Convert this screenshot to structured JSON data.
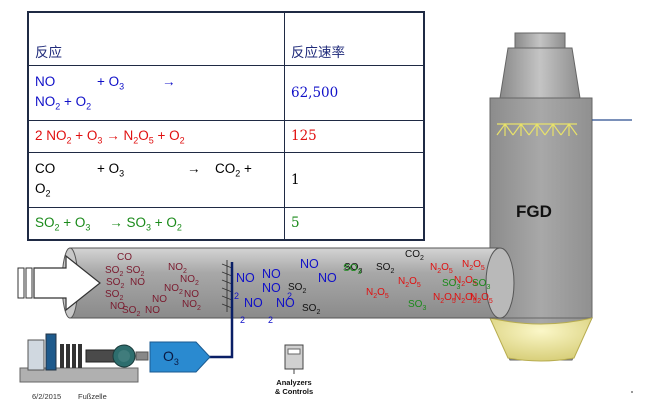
{
  "table": {
    "header": {
      "reaction": "反应",
      "rate": "反应速率"
    },
    "rows": [
      {
        "a": "NO",
        "b": "+ O",
        "b_sub": "3",
        "arrow": "→",
        "p1": "NO",
        "p1_sub": "2",
        "p2": " + O",
        "p2_sub": "2",
        "rate": "62,500",
        "color": "#1010c8"
      },
      {
        "text": "2 NO",
        "t_sub": "2",
        "t2": " + O",
        "t2_sub": "3",
        "arrow": " → N",
        "t3_sub": "2",
        "t3": "O",
        "t4_sub": "5",
        "t5": " + O",
        "t5_sub": "2",
        "rate": "125",
        "color": "#e01010"
      },
      {
        "a": "CO",
        "b": "+ O",
        "b_sub": "3",
        "arrow": "→",
        "p1": "CO",
        "p1_sub": "2",
        "p1b": " +",
        "p2": "O",
        "p2_sub": "2",
        "rate": "1",
        "color": "#000000"
      },
      {
        "text": "SO",
        "t_sub": "2",
        "t2": " + O",
        "t2_sub": "3",
        "arrow": "→",
        "t3": " SO",
        "t3_sub": "3",
        "t5": " + O",
        "t5_sub": "2",
        "rate": "5",
        "color": "#1a8a1a"
      }
    ]
  },
  "fgd": {
    "label": "FGD"
  },
  "o3_box": {
    "label": "O",
    "sub": "3"
  },
  "analyzers": {
    "line1": "Analyzers",
    "line2": "& Controls"
  },
  "caption": {
    "date": "6/2/2015",
    "source": "Fußzelle"
  },
  "duct_species": {
    "inlet": [
      "CO",
      "SO2",
      "SO2",
      "NO2",
      "SO2",
      "NO",
      "NO2",
      "SO2",
      "NO",
      "NO2",
      "NO",
      "NO",
      "NO2",
      "SO2",
      "NO"
    ],
    "mix_blue": [
      "NO",
      "NO",
      "NO",
      "NO",
      "NO",
      "NO",
      "NO",
      "2",
      "2",
      "2",
      "2"
    ],
    "mid": [
      "SO2",
      "SO2",
      "SO3",
      "SO2",
      "CO2"
    ],
    "outlet_red": [
      "N2O5",
      "N2O5",
      "N2O5",
      "N2O5",
      "N2O5",
      "N2O5",
      "N2O5",
      "N2O5"
    ],
    "outlet_green": [
      "SO3",
      "SO3",
      "SO3",
      "SO3"
    ]
  }
}
